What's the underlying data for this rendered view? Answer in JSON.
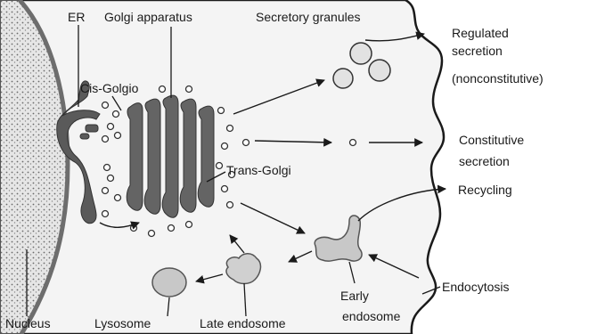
{
  "labels": {
    "er": "ER",
    "golgi": "Golgi apparatus",
    "granules": "Secretory granules",
    "cis_golgi": "Cis-Golgio",
    "regulated_1": "Regulated",
    "regulated_2": "secretion",
    "regulated_3": "(nonconstitutive)",
    "constitutive_1": "Constitutive",
    "constitutive_2": "secretion",
    "trans_golgi": "Trans-Golgi",
    "recycling": "Recycling",
    "endocytosis": "Endocytosis",
    "early_1": "Early",
    "early_2": "endosome",
    "nucleus": "Nucleus",
    "lysosome": "Lysosome",
    "late_endosome": "Late endosome"
  },
  "colors": {
    "cytoplasm": "#f4f4f4",
    "nucleus": "#dcdcdc",
    "organelle": "#5a5a5a",
    "vesicle": "#d6d6d6",
    "ink": "#1a1a1a"
  }
}
